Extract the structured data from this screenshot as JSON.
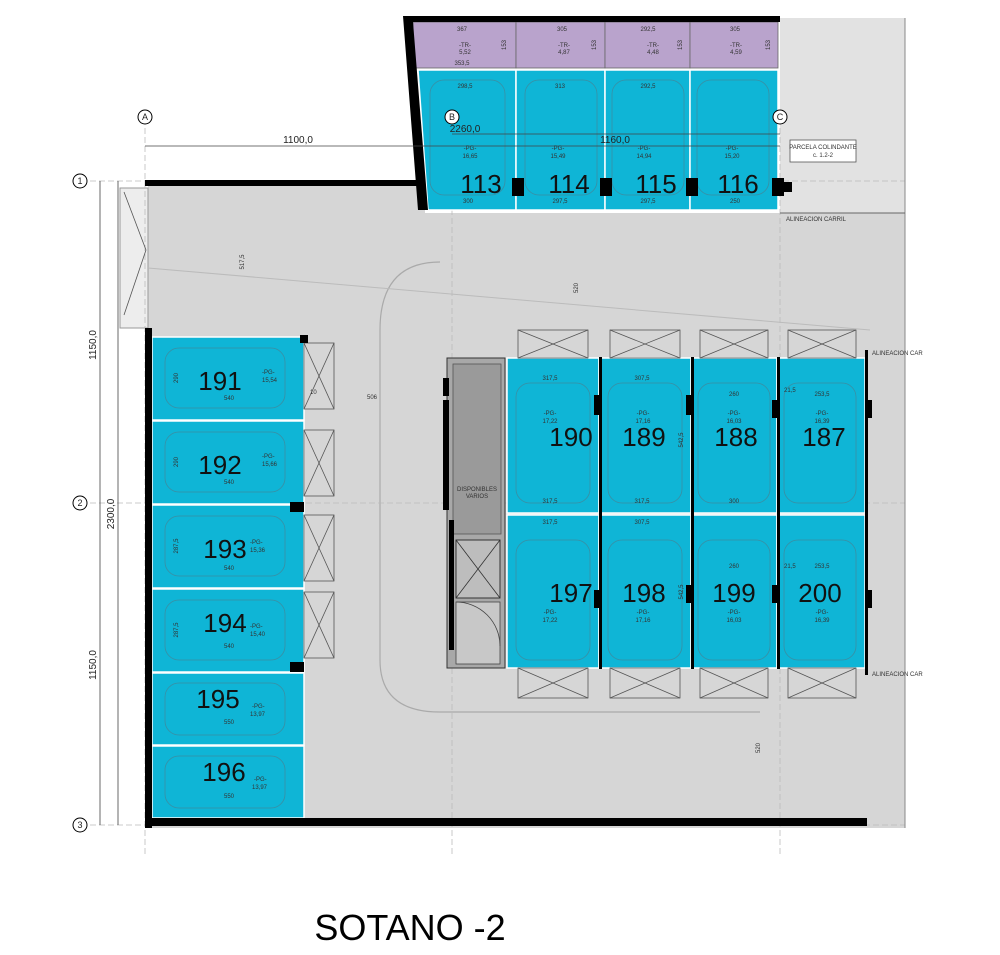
{
  "plan": {
    "title": "SOTANO -2",
    "colors": {
      "parking": "#0FB5D6",
      "storage": "#B9A3CC",
      "floor": "#D6D6D6",
      "wall": "#000000"
    },
    "top_spaces": [
      {
        "number": "113",
        "type": "-PG-",
        "area": "16,65",
        "top_dim": "298,5",
        "mid_dim": "2260,0",
        "bottom_dim": "300"
      },
      {
        "number": "114",
        "type": "-PG-",
        "area": "15,49",
        "top_dim": "313",
        "bottom_dim": "297,5"
      },
      {
        "number": "115",
        "type": "-PG-",
        "area": "14,94",
        "top_dim": "292,5",
        "bottom_dim": "297,5"
      },
      {
        "number": "116",
        "type": "-PG-",
        "area": "15,20",
        "top_dim": "",
        "bottom_dim": "250"
      }
    ],
    "storage_rooms": [
      {
        "type": "-TR-",
        "area": "5,52",
        "top_dim": "367",
        "bottom_dim": "353,5",
        "side_dim": "153"
      },
      {
        "type": "-TR-",
        "area": "4,87",
        "top_dim": "305",
        "side_dim": "153"
      },
      {
        "type": "-TR-",
        "area": "4,48",
        "top_dim": "292,5",
        "side_dim": "153"
      },
      {
        "type": "-TR-",
        "area": "4,59",
        "top_dim": "305",
        "side_dim": "153"
      }
    ],
    "left_spaces": [
      {
        "number": "191",
        "type": "-PG-",
        "area": "15,54",
        "length": "540",
        "width": "290"
      },
      {
        "number": "192",
        "type": "-PG-",
        "area": "15,66",
        "length": "540",
        "width": "290"
      },
      {
        "number": "193",
        "type": "-PG-",
        "area": "15,36",
        "length": "540",
        "width": "287,5"
      },
      {
        "number": "194",
        "type": "-PG-",
        "area": "15,40",
        "length": "540",
        "width": "287,5"
      },
      {
        "number": "195",
        "type": "-PG-",
        "area": "13,97",
        "length": "550"
      },
      {
        "number": "196",
        "type": "-PG-",
        "area": "13,97",
        "length": "550"
      }
    ],
    "center_top": [
      {
        "number": "190",
        "type": "-PG-",
        "area": "17,22",
        "top_dim": "317,5",
        "bottom_dim": "317,5"
      },
      {
        "number": "189",
        "type": "-PG-",
        "area": "17,16",
        "top_dim": "307,5",
        "bottom_dim": "317,5"
      },
      {
        "number": "188",
        "type": "-PG-",
        "area": "16,03",
        "top_dim": "260",
        "bottom_dim": "300"
      },
      {
        "number": "187",
        "type": "-PG-",
        "area": "16,39",
        "top_dim": "253,5",
        "bottom_dim": ""
      }
    ],
    "center_bottom": [
      {
        "number": "197",
        "type": "-PG-",
        "area": "17,22",
        "top_dim": "317,5"
      },
      {
        "number": "198",
        "type": "-PG-",
        "area": "17,16",
        "top_dim": "307,5"
      },
      {
        "number": "199",
        "type": "-PG-",
        "area": "16,03",
        "top_dim": "260"
      },
      {
        "number": "200",
        "type": "-PG-",
        "area": "16,39",
        "top_dim": "253,5"
      }
    ],
    "grid_axes": {
      "A": "A",
      "B": "B",
      "C": "C",
      "r1": "1",
      "r2": "2",
      "r3": "3"
    },
    "dimensions": {
      "top_1100": "1100,0",
      "top_1160": "1160,0",
      "top_2260": "2260,0",
      "left_1150a": "1150,0",
      "left_2300": "2300,0",
      "left_1150b": "1150,0",
      "aisle_506": "506",
      "aisle_520": "520",
      "ramp_517": "517,5",
      "small_10": "10",
      "d_542": "542,5",
      "d_21": "21,5"
    },
    "labels": {
      "parcela": "PARCELA COLINDANTE",
      "parcela_sub": "c. 1.2-2",
      "alineacion_carril": "ALINEACION CARRIL",
      "alineacion_top": "ALINEACION CAR",
      "alineacion_bottom": "ALINEACION CAR",
      "disponibles": "DISPONIBLES",
      "varios": "VARIOS"
    }
  }
}
